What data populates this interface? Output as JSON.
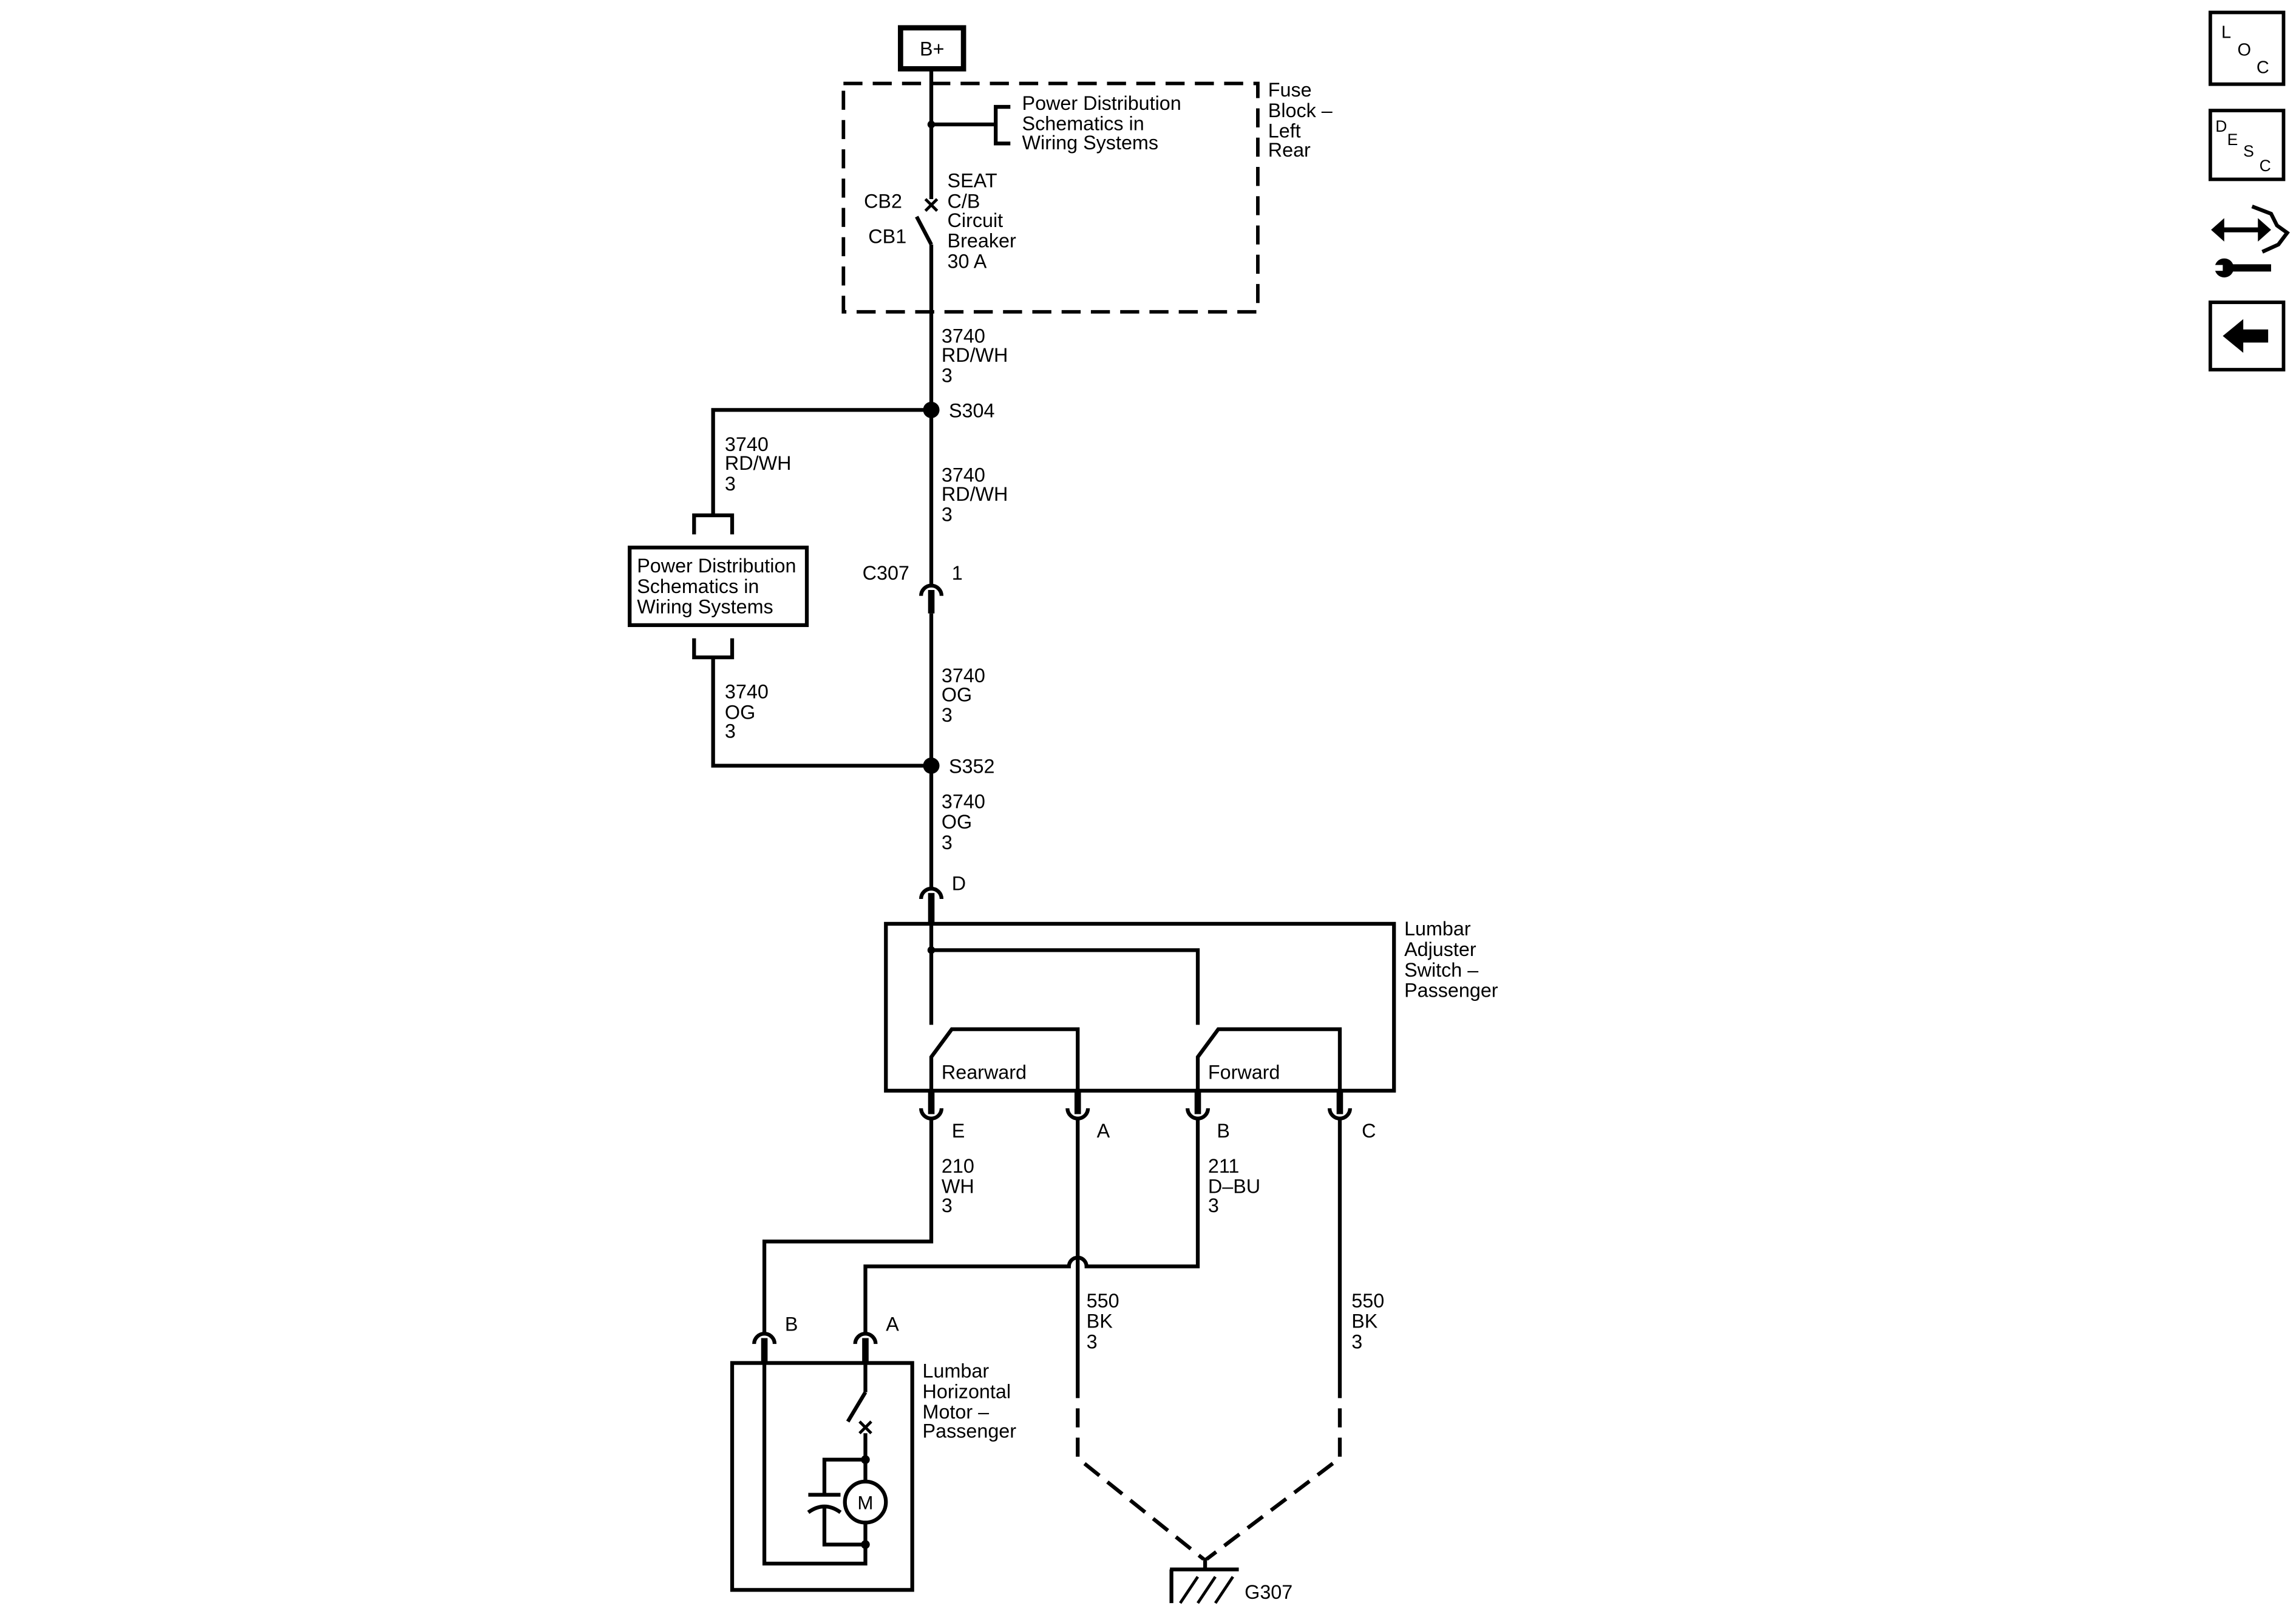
{
  "colors": {
    "ink": "#000000",
    "paper": "#ffffff"
  },
  "sidebar": {
    "loc_button": {
      "icon": "location-view-icon",
      "letters": [
        "L",
        "O",
        "C"
      ]
    },
    "desc_button": {
      "icon": "description-view-icon",
      "letters": [
        "D",
        "E",
        "S",
        "C"
      ]
    },
    "connector_repair_button": {
      "icon": "connector-repair-icon"
    },
    "back_button": {
      "icon": "back-arrow-icon"
    }
  },
  "diagram": {
    "power_source": "B+",
    "fuse_block": {
      "name": [
        "Fuse",
        "Block –",
        "Left",
        "Rear"
      ],
      "power_distribution_ref": [
        "Power Distribution",
        "Schematics in",
        "Wiring Systems"
      ],
      "breaker_terminals": [
        "CB2",
        "CB1"
      ],
      "breaker": [
        "SEAT",
        "C/B",
        "Circuit",
        "Breaker",
        "30 A"
      ]
    },
    "splices": {
      "upper": "S304",
      "lower": "S352"
    },
    "inline_connector": {
      "name": "C307",
      "pin": "1"
    },
    "power_distribution_box": [
      "Power Distribution",
      "Schematics in",
      "Wiring Systems"
    ],
    "wires": {
      "fuse_to_s304": {
        "circuit": "3740",
        "color": "RD/WH",
        "size": "3"
      },
      "s304_to_ref_box": {
        "circuit": "3740",
        "color": "RD/WH",
        "size": "3"
      },
      "s304_to_c307": {
        "circuit": "3740",
        "color": "RD/WH",
        "size": "3"
      },
      "ref_box_to_s352": {
        "circuit": "3740",
        "color": "OG",
        "size": "3"
      },
      "c307_to_s352": {
        "circuit": "3740",
        "color": "OG",
        "size": "3"
      },
      "s352_to_switch": {
        "circuit": "3740",
        "color": "OG",
        "size": "3"
      },
      "switch_e_to_motor": {
        "circuit": "210",
        "color": "WH",
        "size": "3"
      },
      "switch_b_to_motor": {
        "circuit": "211",
        "color": "D–BU",
        "size": "3"
      },
      "switch_a_to_ground": {
        "circuit": "550",
        "color": "BK",
        "size": "3"
      },
      "switch_c_to_ground": {
        "circuit": "550",
        "color": "BK",
        "size": "3"
      }
    },
    "lumbar_switch": {
      "name": [
        "Lumbar",
        "Adjuster",
        "Switch –",
        "Passenger"
      ],
      "input_pin": "D",
      "rearward_label": "Rearward",
      "forward_label": "Forward",
      "pins": {
        "e": "E",
        "a": "A",
        "b": "B",
        "c": "C"
      }
    },
    "lumbar_motor": {
      "name": [
        "Lumbar",
        "Horizontal",
        "Motor –",
        "Passenger"
      ],
      "pins": {
        "b": "B",
        "a": "A"
      },
      "motor_symbol": "M"
    },
    "ground": "G307"
  }
}
